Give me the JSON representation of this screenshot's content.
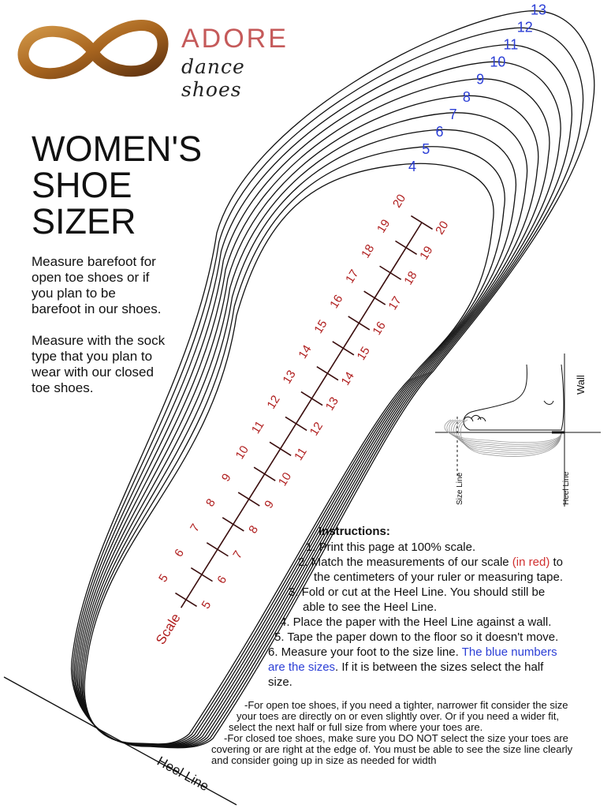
{
  "brand": {
    "name": "ADORE",
    "tagline": "dance shoes",
    "logo_colors": {
      "gold": "#b8762c",
      "dark": "#6b3a14"
    }
  },
  "title": [
    "WOMEN'S",
    "SHOE",
    "SIZER"
  ],
  "intro": [
    [
      "Measure barefoot for",
      "open toe shoes or if",
      "you plan to be",
      "barefoot in our shoes."
    ],
    [
      "Measure with the sock",
      "type that you plan to",
      "wear with our closed",
      "toe shoes."
    ]
  ],
  "sizes": [
    "4",
    "5",
    "6",
    "7",
    "8",
    "9",
    "10",
    "11",
    "12",
    "13"
  ],
  "scale": {
    "label": "Scale",
    "left_ticks": [
      "5",
      "6",
      "7",
      "8",
      "9",
      "10",
      "11",
      "12",
      "13",
      "14",
      "15",
      "16",
      "17",
      "18",
      "19",
      "20"
    ],
    "right_ticks": [
      "5",
      "6",
      "7",
      "8",
      "9",
      "10",
      "11",
      "12",
      "13",
      "14",
      "15",
      "16",
      "17",
      "18",
      "19",
      "20"
    ],
    "color": "#b01e1e"
  },
  "diagram": {
    "wall": "Wall",
    "size_line": "Size Line",
    "heel_line": "Heel Line"
  },
  "heel_line_label": "Heel Line",
  "instructions": {
    "heading": "Instructions:",
    "step1": "1. Print this page at 100% scale.",
    "step2_a": "2. Match the measurements of our scale ",
    "step2_red": "(in red)",
    "step2_b": " to",
    "step2_c": "the centimeters of your ruler or measuring tape.",
    "step3_a": "3. Fold or cut at the Heel Line. You should still be",
    "step3_b": "able to see the Heel Line.",
    "step4": "4. Place the paper with the Heel Line against a wall.",
    "step5": "5. Tape the paper down to the floor so it doesn't move.",
    "step6_a": "6. Measure your foot to the size line. ",
    "step6_blue_a": "The blue numbers",
    "step6_blue_b": "are the sizes",
    "step6_b": ". If it is between the sizes select the half",
    "step6_c": "size."
  },
  "notes": [
    "-For open toe shoes, if you need a tighter, narrower fit consider the size",
    "your toes are directly on or even slightly over. Or if you need a wider fit,",
    "select the next half or full size from where your toes are.",
    "-For closed toe shoes, make sure you DO NOT select the size your toes are",
    "covering or are right at the edge of.  You must be able to see the size line clearly",
    "and consider going up in size as needed for width"
  ]
}
